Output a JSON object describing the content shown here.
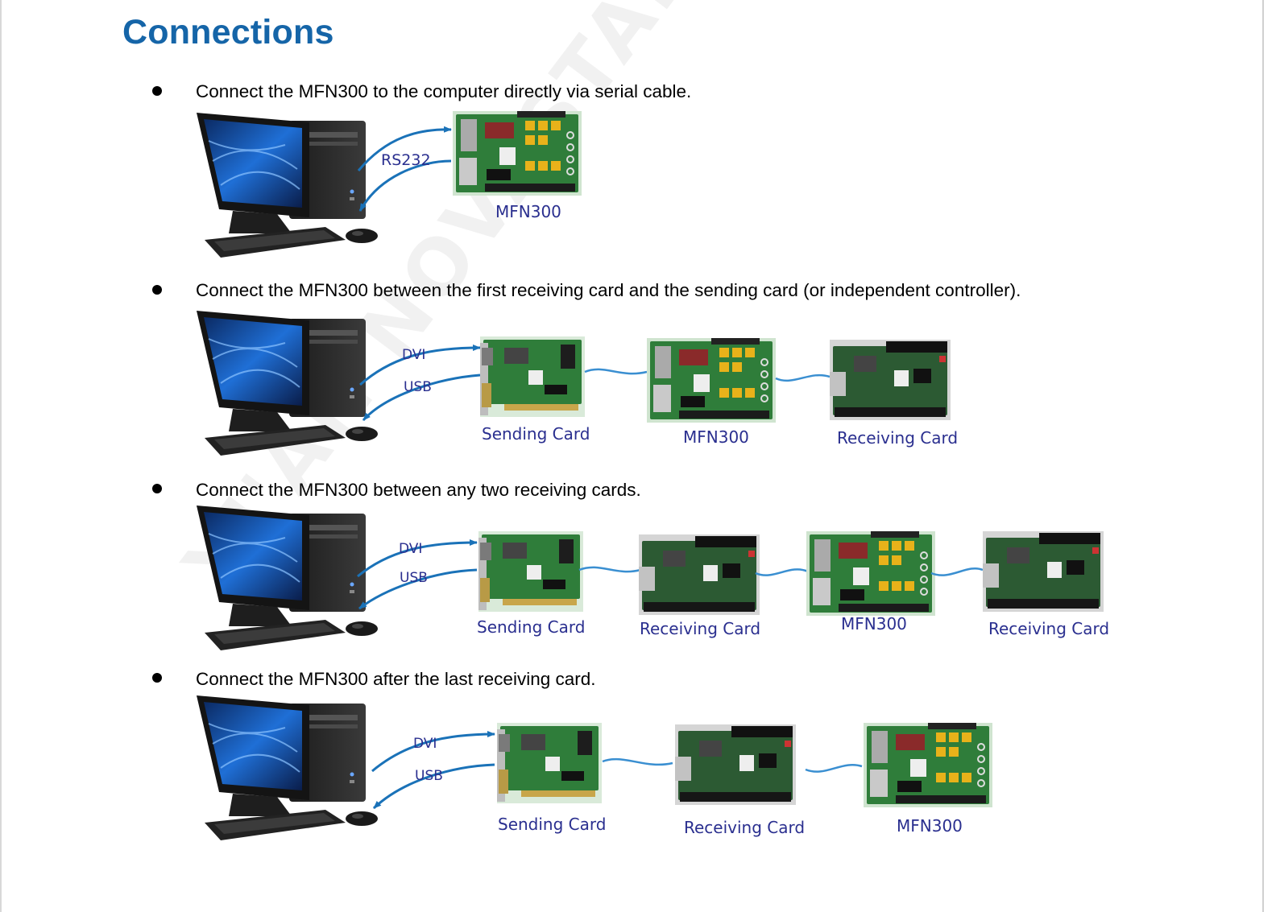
{
  "page": {
    "title": "Connections",
    "watermark": "XI'AN NOVASTAR TECH"
  },
  "sections": [
    {
      "text": "Connect the MFN300 to the computer directly via serial cable.",
      "links": [
        "RS232"
      ],
      "devices": [
        "MFN300"
      ]
    },
    {
      "text": "Connect the MFN300 between the first receiving card and the sending card (or independent controller).",
      "links": [
        "DVI",
        "USB"
      ],
      "devices": [
        "Sending Card",
        "MFN300",
        "Receiving Card"
      ]
    },
    {
      "text": "Connect the MFN300 between any two receiving cards.",
      "links": [
        "DVI",
        "USB"
      ],
      "devices": [
        "Sending Card",
        "Receiving Card",
        "MFN300",
        "Receiving Card"
      ]
    },
    {
      "text": "Connect the MFN300 after the last receiving card.",
      "links": [
        "DVI",
        "USB"
      ],
      "devices": [
        "Sending Card",
        "Receiving Card",
        "MFN300"
      ]
    }
  ],
  "colors": {
    "title": "#1565a8",
    "cable": "#3a8fd1",
    "arrow": "#1a72b8",
    "label": "#2a2f8f",
    "pcb": "#2f7d3a",
    "relay": "#e8b21a"
  }
}
